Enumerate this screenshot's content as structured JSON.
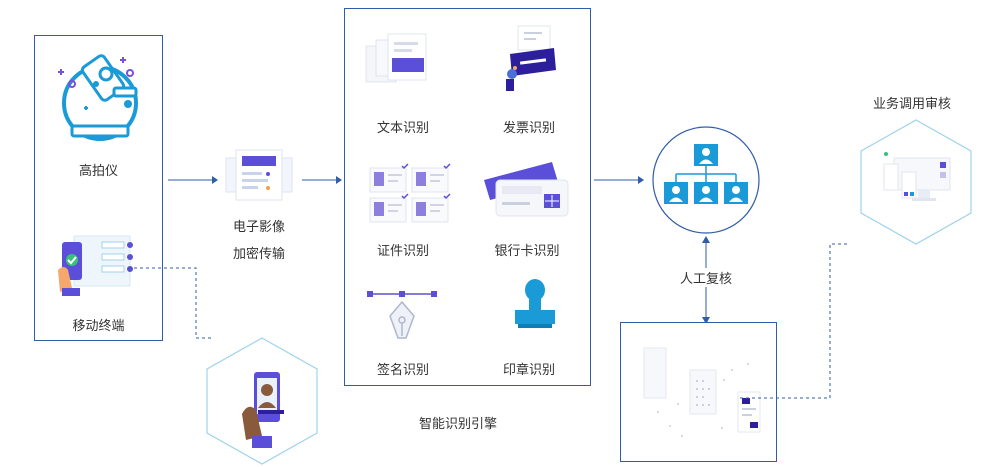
{
  "devices": {
    "scanner_label": "高拍仪",
    "mobile_label": "移动终端"
  },
  "transfer": {
    "line1": "电子影像",
    "line2": "加密传输"
  },
  "engine": {
    "title": "智能识别引擎",
    "items": [
      {
        "label": "文本识别"
      },
      {
        "label": "发票识别"
      },
      {
        "label": "证件识别"
      },
      {
        "label": "银行卡识别"
      },
      {
        "label": "签名识别"
      },
      {
        "label": "印章识别"
      }
    ]
  },
  "review": {
    "manual_label": "人工复核",
    "business_label": "业务调用审核"
  },
  "colors": {
    "border": "#2f5da8",
    "accent": "#5b4fd9",
    "cyan": "#1a9ad6",
    "hex": "#9fd3ec"
  }
}
